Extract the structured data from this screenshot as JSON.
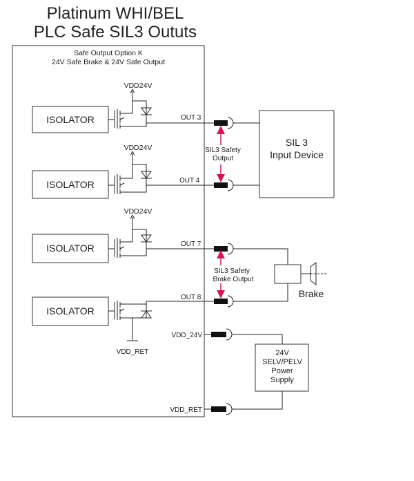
{
  "title": {
    "line1": "Platinum WHI/BEL",
    "line2": "PLC Safe SIL3 Oututs"
  },
  "module": {
    "header_line1": "Safe Output Option K",
    "header_line2": "24V Safe Brake & 24V Safe Output"
  },
  "isolators": [
    {
      "label": "ISOLATOR",
      "supply": "VDD24V",
      "output": "OUT 3"
    },
    {
      "label": "ISOLATOR",
      "supply": "VDD24V",
      "output": "OUT 4"
    },
    {
      "label": "ISOLATOR",
      "supply": "VDD24V",
      "output": "OUT 7"
    },
    {
      "label": "ISOLATOR",
      "return": "VDD_RET",
      "output": "OUT 8"
    }
  ],
  "safety_output_label": {
    "line1": "SIL3 Safety",
    "line2": "Output"
  },
  "brake_output_label": {
    "line1": "SIL3 Safety",
    "line2": "Brake  Output"
  },
  "input_device": {
    "line1": "SIL 3",
    "line2": "Input Device"
  },
  "brake": {
    "label": "Brake"
  },
  "power_terminals": {
    "vdd24": "VDD_24V",
    "vddret": "VDD_RET"
  },
  "power_supply": {
    "line1": "24V",
    "line2": "SELV/PELV",
    "line3": "Power",
    "line4": "Supply"
  },
  "colors": {
    "arrow": "#d6145a",
    "line": "#2b2b2b",
    "connector": "#111111"
  }
}
